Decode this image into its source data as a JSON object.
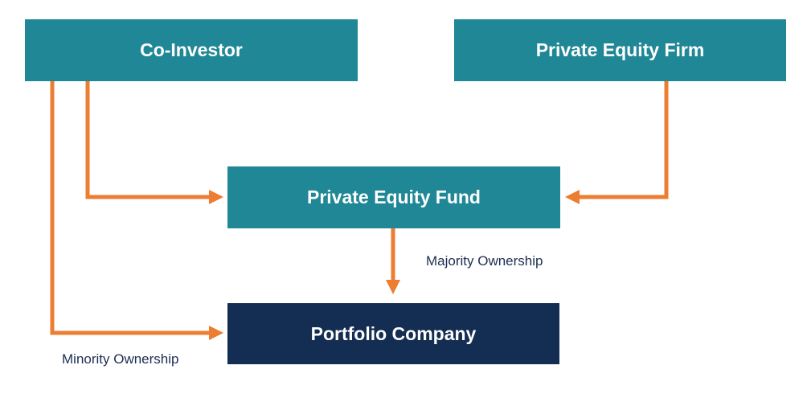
{
  "nodes": {
    "co_investor": "Co-Investor",
    "pe_firm": "Private Equity Firm",
    "pe_fund": "Private Equity Fund",
    "portfolio_company": "Portfolio Company"
  },
  "edge_labels": {
    "majority": "Majority Ownership",
    "minority": "Minority Ownership"
  },
  "colors": {
    "node_teal": "#1f8796",
    "node_navy": "#142d52",
    "arrow_orange": "#ec7d31",
    "label_text": "#1c2e52"
  }
}
